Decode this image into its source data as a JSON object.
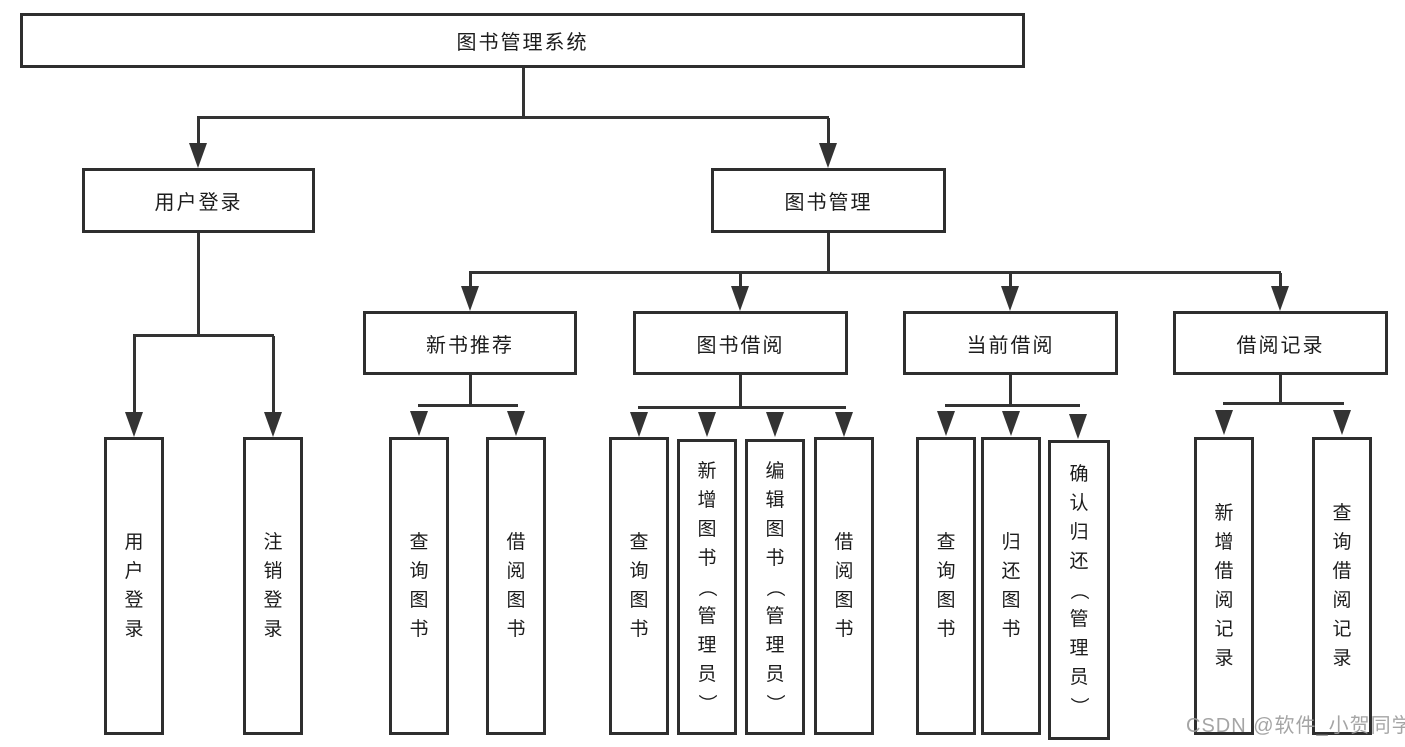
{
  "tree": {
    "label": "图书管理系统",
    "children": [
      {
        "label": "用户登录",
        "children": [
          {
            "label": "用户登录"
          },
          {
            "label": "注销登录"
          }
        ]
      },
      {
        "label": "图书管理",
        "children": [
          {
            "label": "新书推荐",
            "children": [
              {
                "label": "查询图书"
              },
              {
                "label": "借阅图书"
              }
            ]
          },
          {
            "label": "图书借阅",
            "children": [
              {
                "label": "查询图书"
              },
              {
                "label": "新增图书（管理员）"
              },
              {
                "label": "编辑图书（管理员）"
              },
              {
                "label": "借阅图书"
              }
            ]
          },
          {
            "label": "当前借阅",
            "children": [
              {
                "label": "查询图书"
              },
              {
                "label": "归还图书"
              },
              {
                "label": "确认归还（管理员）"
              }
            ]
          },
          {
            "label": "借阅记录",
            "children": [
              {
                "label": "新增借阅记录"
              },
              {
                "label": "查询借阅记录"
              }
            ]
          }
        ]
      }
    ]
  },
  "watermark": {
    "text": "CSDN @软件_小贺同学"
  },
  "colors": {
    "background": "#ffffff",
    "box_border": "#2e2e2e",
    "line": "#333333",
    "text": "#1c1c1c",
    "watermark": "#9c9c9c"
  }
}
